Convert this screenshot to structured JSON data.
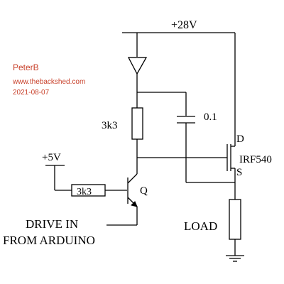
{
  "credits": {
    "author": "PeterB",
    "website": "www.thebackshed.com",
    "date": "2021-08-07"
  },
  "labels": {
    "supply": "+28V",
    "rail_5v": "+5V",
    "resistor_collector": "3k3",
    "resistor_base": "3k3",
    "capacitor": "0.1",
    "transistor": "Q",
    "mosfet": "IRF540",
    "mosfet_drain": "D",
    "mosfet_source": "S",
    "load": "LOAD",
    "drive_line1": "DRIVE IN",
    "drive_line2": "FROM ARDUINO"
  },
  "colors": {
    "credit_text": "#c8402a",
    "lines": "#000000"
  }
}
